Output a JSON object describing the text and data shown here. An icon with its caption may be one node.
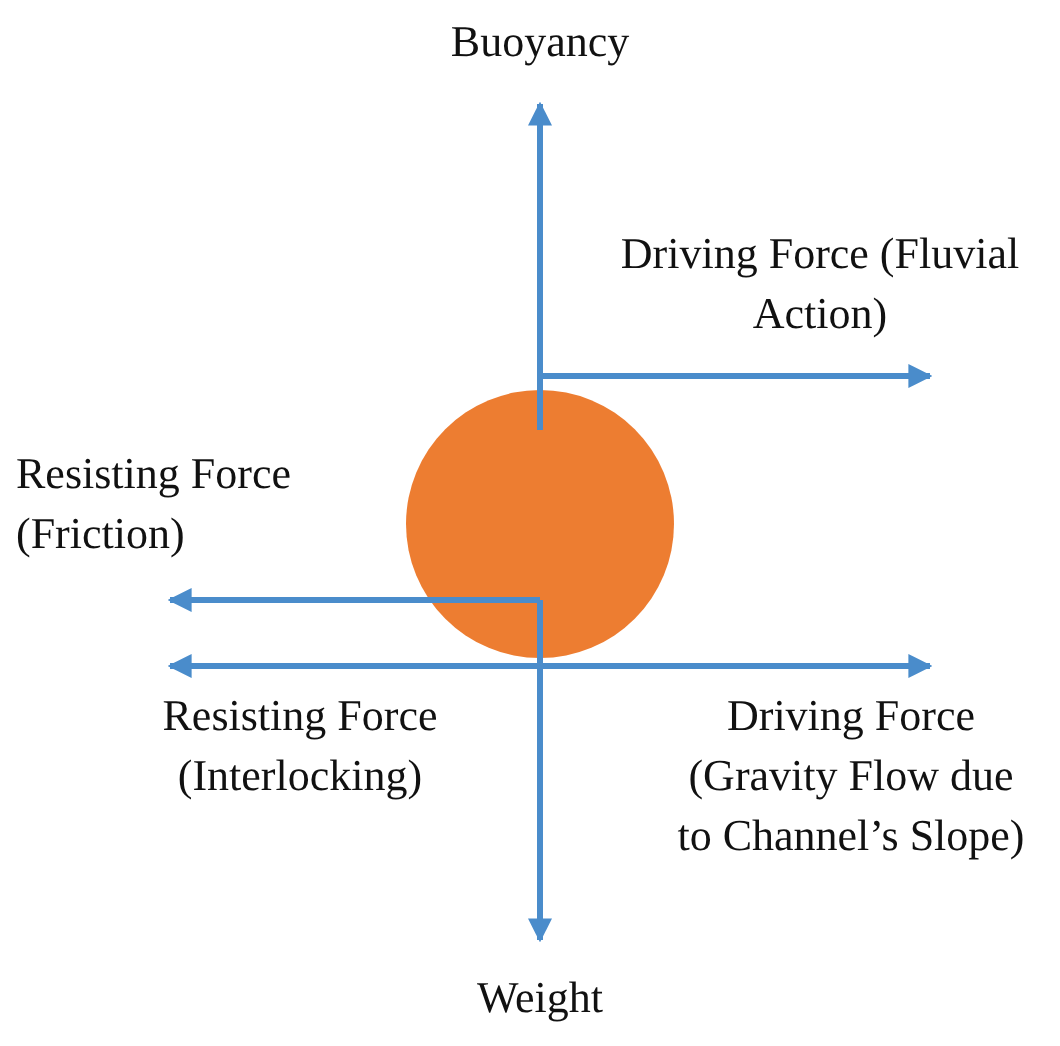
{
  "diagram": {
    "nodes": [
      {
        "text": [],
        "shape": "circle"
      }
    ],
    "labels": [
      "Buoyancy",
      "Driving Force (Fluvial Action)",
      "Resisting Force (Friction)",
      "Resisting Force (Interlocking)",
      "Driving Force (Gravity Flow due to Channel’s Slope)",
      "Weight"
    ]
  }
}
